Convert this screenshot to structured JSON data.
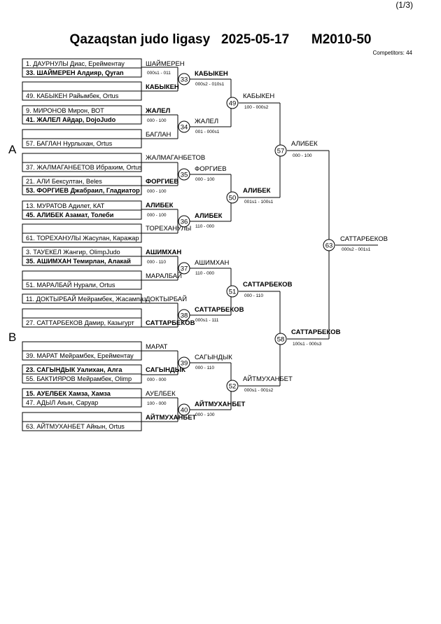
{
  "page_number": "(1/3)",
  "title": {
    "league": "Qazaqstan judo ligasy",
    "date": "2025-05-17",
    "category": "M2010-50"
  },
  "competitors_label": "Competitors: 44",
  "sections": {
    "a": "A",
    "b": "B"
  },
  "entries": [
    {
      "text": "1. ДАУРНУЛЫ Диас, Ерейментау",
      "bold": false
    },
    {
      "text": "33. ШАЙМЕРЕН Алдияр, Qyran",
      "bold": true
    },
    {
      "text": "49. КАБЫКЕН Райымбек, Ortus",
      "bold": false
    },
    {
      "text": "9. МИРОНОВ Мирон, ВОТ",
      "bold": false
    },
    {
      "text": "41. ЖАЛЕЛ Айдар, DojoJudo",
      "bold": true
    },
    {
      "text": "57. БАГЛАН Нурлыхан, Ortus",
      "bold": false
    },
    {
      "text": "37. ЖАЛМАГАНБЕТОВ Ибрахим, Ortus",
      "bold": false
    },
    {
      "text": "21. АЛИ Бексултан, Beles",
      "bold": false
    },
    {
      "text": "53. ФОРГИЕВ Джабраил, Гладиатор",
      "bold": true
    },
    {
      "text": "13. МУРАТОВ Адилет, КАТ",
      "bold": false
    },
    {
      "text": "45. АЛИБЕК Азамат, Толеби",
      "bold": true
    },
    {
      "text": "61. ТОРЕХАНУЛЫ Жасулан, Каражар",
      "bold": false
    },
    {
      "text": "3. ТАУЕКЕЛ Жангир, OlimpJudo",
      "bold": false
    },
    {
      "text": "35. АШИМХАН Темирлан, Алакай",
      "bold": true
    },
    {
      "text": "51. МАРАЛБАЙ Нурали, Ortus",
      "bold": false
    },
    {
      "text": "11. ДОКТЫРБАЙ Мейрамбек, Жасампаз",
      "bold": false
    },
    {
      "text": "27. САТТАРБЕКОВ Дамир, Казыгурт",
      "bold": false
    },
    {
      "text": "39. МАРАТ Мейрамбек, Ерейментау",
      "bold": false
    },
    {
      "text": "23. САГЫНДЫК Уалихан, Алга",
      "bold": true
    },
    {
      "text": "55. БАКТИЯРОВ Мейрамбек, Olimp",
      "bold": false
    },
    {
      "text": "15. АУЕЛБЕК Хамза, Хамза",
      "bold": true
    },
    {
      "text": "47. АДЫЛ Акын, Саруар",
      "bold": false
    },
    {
      "text": "63. АЙТМУХАНБЕТ Айкын, Ortus",
      "bold": false
    }
  ],
  "round1_names": [
    {
      "text": "ШАЙМЕРЕН",
      "bold": false
    },
    {
      "text": "КАБЫКЕН",
      "bold": true
    },
    {
      "text": "ЖАЛЕЛ",
      "bold": true
    },
    {
      "text": "БАГЛАН",
      "bold": false
    },
    {
      "text": "ЖАЛМАГАНБЕТОВ",
      "bold": false
    },
    {
      "text": "ФОРГИЕВ",
      "bold": true
    },
    {
      "text": "АЛИБЕК",
      "bold": true
    },
    {
      "text": "ТОРЕХАНУЛЫ",
      "bold": false
    },
    {
      "text": "АШИМХАН",
      "bold": true
    },
    {
      "text": "МАРАЛБАЙ",
      "bold": false
    },
    {
      "text": "ДОКТЫРБАЙ",
      "bold": false
    },
    {
      "text": "САТТАРБЕКОВ",
      "bold": true
    },
    {
      "text": "МАРАТ",
      "bold": false
    },
    {
      "text": "САГЫНДЫК",
      "bold": true
    },
    {
      "text": "АУЕЛБЕК",
      "bold": false
    },
    {
      "text": "АЙТМУХАНБЕТ",
      "bold": true
    }
  ],
  "round1_scores": [
    "000s1 - 011",
    "000 - 100",
    "000 - 100",
    "000 - 100",
    "000 - 110",
    "",
    "",
    "000 - 000",
    "100 - 000"
  ],
  "matches": [
    {
      "num": "33",
      "winner": "КАБЫКЕН",
      "score": "000s2 - 010s1"
    },
    {
      "num": "34",
      "winner": "ЖАЛЕЛ",
      "score": "001 - 000s1"
    },
    {
      "num": "35",
      "winner": "ФОРГИЕВ",
      "score": "000 - 100"
    },
    {
      "num": "36",
      "winner": "АЛИБЕК",
      "score": "110 - 000"
    },
    {
      "num": "37",
      "winner": "АШИМХАН",
      "score": "110 - 000"
    },
    {
      "num": "38",
      "winner": "САТТАРБЕКОВ",
      "score": "000s1 - 111"
    },
    {
      "num": "39",
      "winner": "САГЫНДЫК",
      "score": "000 - 110"
    },
    {
      "num": "40",
      "winner": "АЙТМУХАНБЕТ",
      "score": "000 - 100"
    },
    {
      "num": "49",
      "winner": "КАБЫКЕН",
      "score": "100 - 000s2"
    },
    {
      "num": "50",
      "winner": "АЛИБЕК",
      "score": "001s1 - 100s1"
    },
    {
      "num": "51",
      "winner": "САТТАРБЕКОВ",
      "score": "000 - 110"
    },
    {
      "num": "52",
      "winner": "АЙТМУХАНБЕТ",
      "score": "000s1 - 001s2"
    },
    {
      "num": "57",
      "winner": "АЛИБЕК",
      "score": "000 - 100"
    },
    {
      "num": "58",
      "winner": "САТТАРБЕКОВ",
      "score": "100s1 - 000s3"
    },
    {
      "num": "63",
      "winner": "САТТАРБЕКОВ",
      "score": "000s2 - 001s1"
    }
  ]
}
